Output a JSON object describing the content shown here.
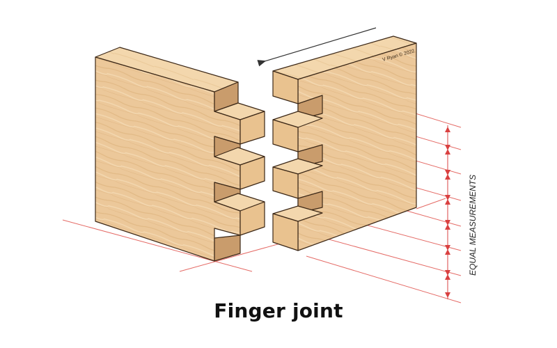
{
  "title": "Finger joint",
  "copyright": "V Ryan © 2022",
  "measurement_label": "EQUAL MEASUREMENTS",
  "colors": {
    "wood_face": "#ecc89a",
    "wood_top": "#f3d7ad",
    "wood_end": "#e9c28f",
    "wood_shadow": "#c99c6c",
    "outline": "#3b2716",
    "guide_lines": "#e0504a",
    "arrow": "#333333"
  },
  "arrow": {
    "direction": "left",
    "meaning": "boards slide together"
  },
  "dimension": {
    "segments": 7,
    "equal": true
  }
}
